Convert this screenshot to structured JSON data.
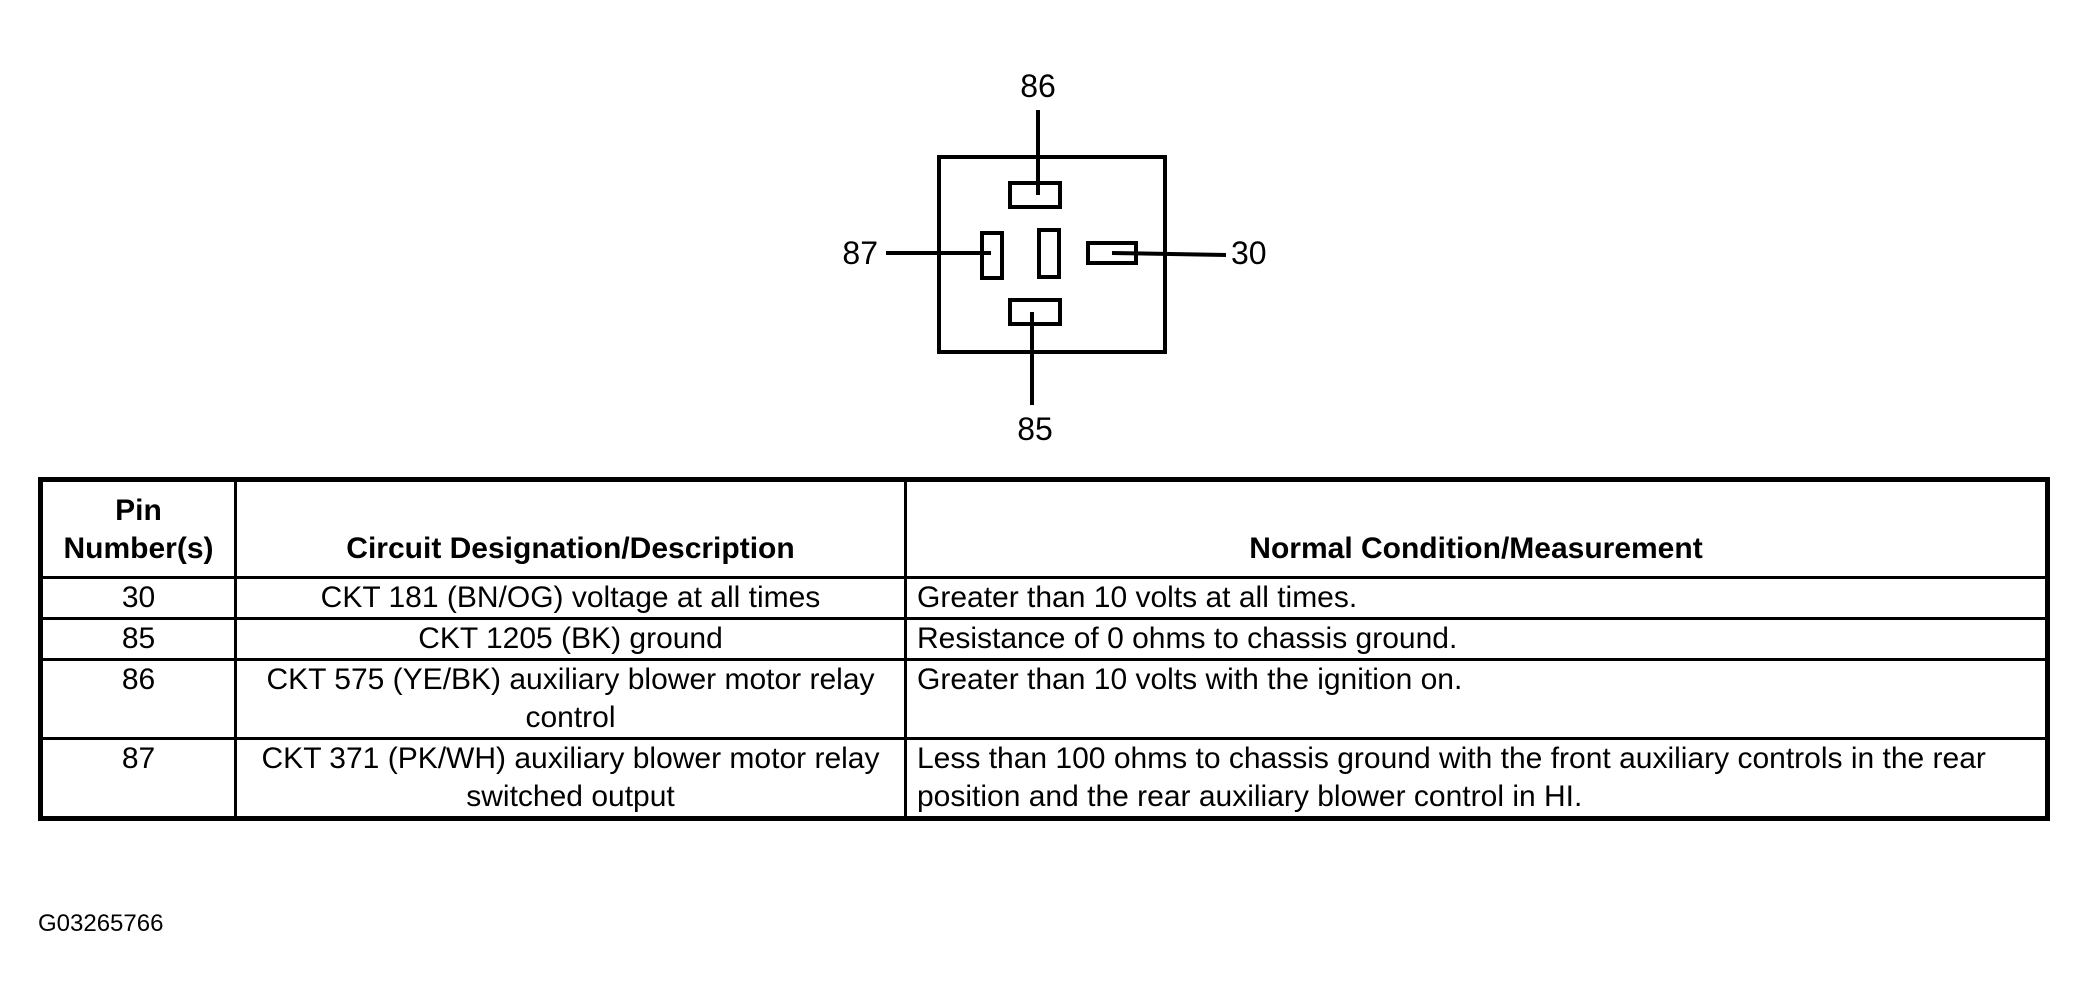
{
  "connector": {
    "pins": [
      {
        "id": "86",
        "label": "86"
      },
      {
        "id": "87",
        "label": "87"
      },
      {
        "id": "30",
        "label": "30"
      },
      {
        "id": "85",
        "label": "85"
      }
    ]
  },
  "table": {
    "headers": [
      "Pin Number(s)",
      "Circuit Designation/Description",
      "Normal Condition/Measurement"
    ],
    "header_pin_line1": "Pin",
    "header_pin_line2": "Number(s)",
    "rows": [
      {
        "pin": "30",
        "circuit": "CKT 181 (BN/OG) voltage at all times",
        "condition": "Greater than 10 volts at all times."
      },
      {
        "pin": "85",
        "circuit": "CKT 1205 (BK) ground",
        "condition": "Resistance of 0 ohms to chassis ground."
      },
      {
        "pin": "86",
        "circuit": "CKT 575 (YE/BK) auxiliary blower motor relay control",
        "condition": "Greater than 10 volts with the ignition on."
      },
      {
        "pin": "87",
        "circuit": "CKT 371 (PK/WH) auxiliary blower motor relay switched output",
        "condition": "Less than 100 ohms to chassis ground with the front auxiliary controls in the rear position and the rear auxiliary blower control in HI."
      }
    ]
  },
  "figure_id": "G03265766"
}
